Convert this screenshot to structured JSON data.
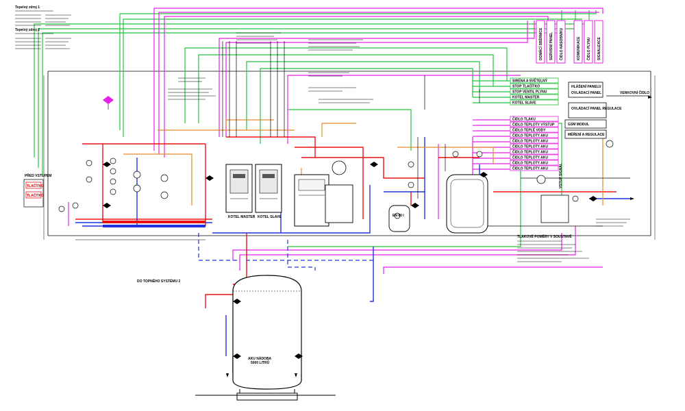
{
  "colors": {
    "green": "#22c43a",
    "magenta": "#e61ee6",
    "red": "#ee1010",
    "blue": "#2030e0",
    "orange": "#e08a2a",
    "black": "#000000",
    "grey": "#8a8a8a"
  },
  "header": {
    "spec_block_1_title": "Tepelný zdroj 1",
    "spec_block_2_title": "Tepelný zdroj 2"
  },
  "tank": {
    "label_1": "AKU NÁDOBA",
    "label_2": "5000 LITRŮ"
  },
  "equipment": {
    "boiler_1": "KOTEL MASTER",
    "boiler_2": "KOTEL SLAVE",
    "small_tank_label": "EN 80 l",
    "lower_note": "DO TOPNÉHO SYSTÉMU 2"
  },
  "left_panel": {
    "title": "PŘED VSTUPEM",
    "button_1": "TLAČÍTKO",
    "button_2": "TLAČÍTKO"
  },
  "right_panel": {
    "signal_label": "VSTUP SIGNÁL",
    "items": [
      "SIRÉNA A SVĚTELNÝ",
      "STOP TLAČÍTKO",
      "STOP VENTIL PLYNU",
      "KOTEL MASTER",
      "KOTEL SLAVE",
      "ČIDLO TLAKU",
      "ČIDLO TEPLOTY VÝSTUP",
      "ČIDLO TEPLÉ VODY",
      "ČIDLO TEPLOTY AKU",
      "ČIDLO TEPLOTY AKU",
      "ČIDLO TEPLOTY AKU",
      "ČIDLO TEPLOTY AKU",
      "ČIDLO TEPLOTY AKU",
      "ČIDLO TEPLOTY AKU",
      "ČIDLO TEPLOTY AKU"
    ],
    "control_panel": "OVLÁDACÍ PANEL REGULACE",
    "gsm_module": "GSM MODUL",
    "measure": "MĚŘENÍ A REGULACE",
    "outdoor_sensor": "VENKOVNÍ ČIDLO",
    "alarm_panel": "HLÁŠENÍ PANELU",
    "control_panel_2": "OVLÁDACÍ PANEL"
  },
  "top_right_boxes": [
    "DOMÁCÍ SBĚRNICE",
    "SERVISNÍ PANEL",
    "ČIDLO NÁSOBNÍKU",
    "KOMUNIKACE",
    "ČIDLO PLYNU",
    "SIGNALIZACE"
  ],
  "notes": {
    "pressure_note": "TLAKOVÉ POMĚRY V SOUSTAVĚ"
  }
}
